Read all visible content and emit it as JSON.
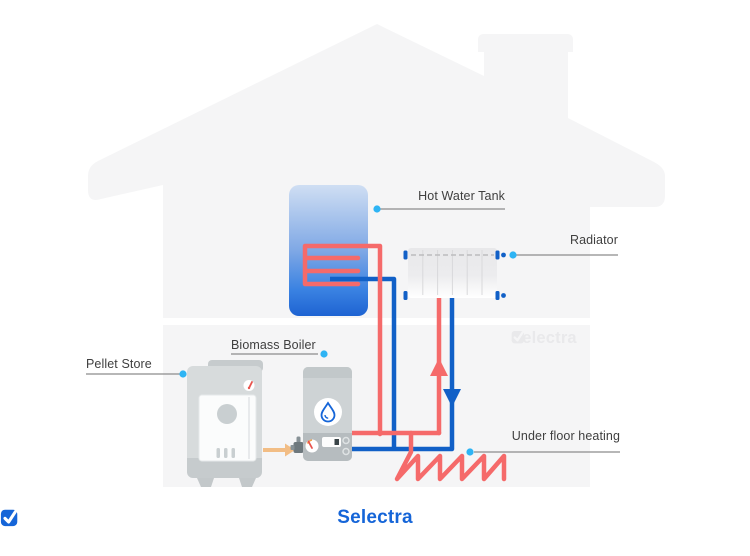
{
  "labels": {
    "hot_water_tank": "Hot Water Tank",
    "radiator": "Radiator",
    "pellet_store": "Pellet Store",
    "biomass_boiler": "Biomass Boiler",
    "under_floor_heating": "Under floor heating"
  },
  "watermark": {
    "text": "Selectra"
  },
  "footer_logo": {
    "text": "Selectra"
  },
  "colors": {
    "pipe_hot": "#f56a6a",
    "pipe_cold": "#1160c7",
    "label_dot": "#2eb4f4",
    "leader_line": "#8c8c8c",
    "house_fill": "#f5f5f6",
    "feed_arrow": "#f2bd85",
    "brand_blue": "#1565d8",
    "watermark_gray": "#e9e9eb",
    "tank_top": "#cfdef3",
    "tank_bottom": "#1e63d2"
  },
  "icons": {
    "footer_logo_mark": "check-square",
    "watermark_mark": "check-square",
    "boiler_front": "flame-drop",
    "pellet_store_gauge": "thermometer-dial",
    "boiler_gauge": "pressure-dial"
  }
}
